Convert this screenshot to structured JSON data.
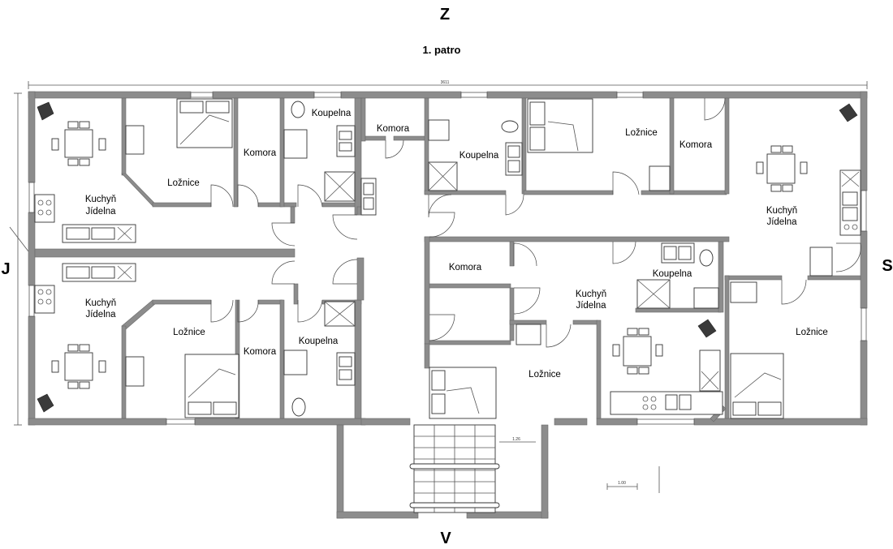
{
  "compass": {
    "north": "Z",
    "south": "V",
    "west": "J",
    "east": "S"
  },
  "floor_title": "1. patro",
  "rooms": {
    "nw_kitchen_a": "Kuchyň",
    "nw_kitchen_b": "Jídelna",
    "nw_bedroom": "Ložnice",
    "nw_closet": "Komora",
    "nw_bath": "Koupelna",
    "sw_kitchen_a": "Kuchyň",
    "sw_kitchen_b": "Jídelna",
    "sw_bedroom": "Ložnice",
    "sw_closet": "Komora",
    "sw_bath": "Koupelna",
    "c_closet": "Komora",
    "c_bath": "Koupelna",
    "ne_bedroom": "Ložnice",
    "ne_closet": "Komora",
    "ne_kitchen_a": "Kuchyň",
    "ne_kitchen_b": "Jídelna",
    "mid_closet": "Komora",
    "mid_kitchen_a": "Kuchyň",
    "mid_kitchen_b": "Jídelna",
    "mid_bath": "Koupelna",
    "mid_bedroom": "Ložnice",
    "se_bedroom": "Ložnice"
  },
  "dimensions": {
    "total": "3611",
    "stair_w": "1.26",
    "scale": "1.00"
  }
}
